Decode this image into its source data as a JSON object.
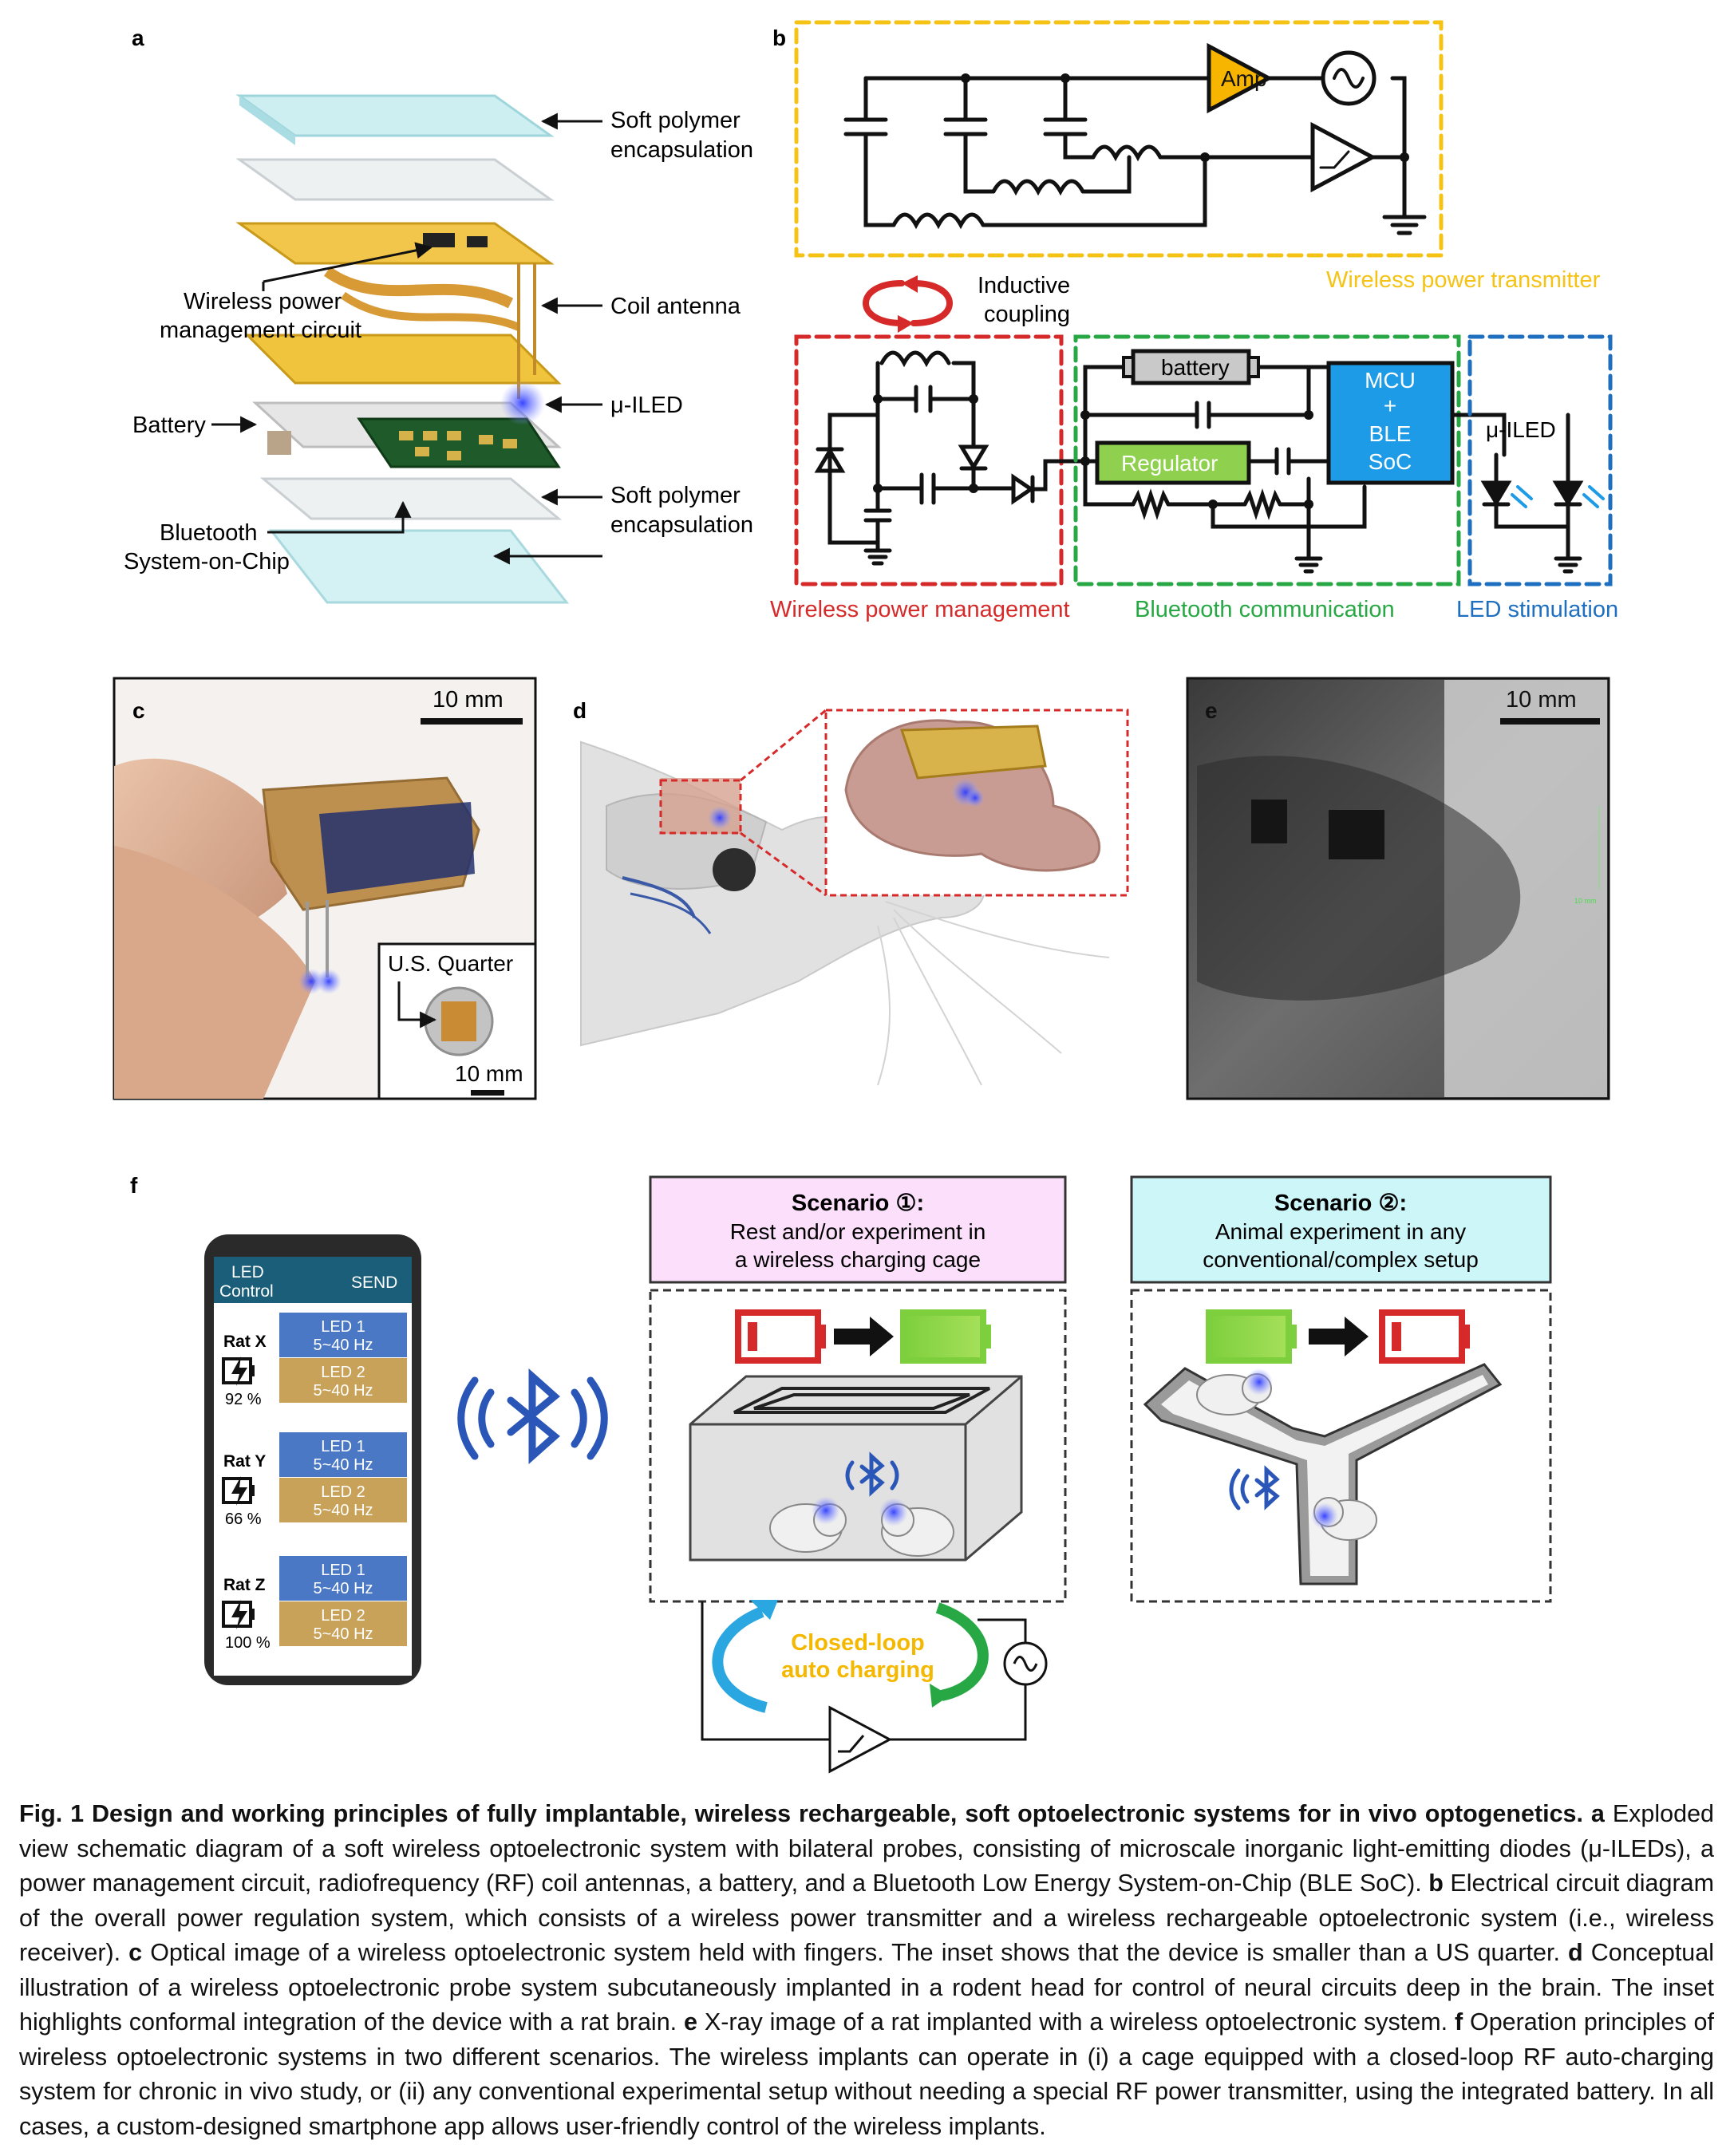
{
  "panel_letters": {
    "a": "a",
    "b": "b",
    "c": "c",
    "d": "d",
    "e": "e",
    "f": "f"
  },
  "panel_a": {
    "label_top_encapsulation": [
      "Soft polymer",
      "encapsulation"
    ],
    "label_power_circuit": [
      "Wireless power",
      "management circuit"
    ],
    "label_coil_antenna": "Coil antenna",
    "label_uiled": "μ-ILED",
    "label_battery": "Battery",
    "label_bottom_encapsulation": [
      "Soft polymer",
      "encapsulation"
    ],
    "label_bluetooth": [
      "Bluetooth",
      "System-on-Chip"
    ]
  },
  "panel_b": {
    "amp": "Amp",
    "inductive_coupling": [
      "Inductive",
      "coupling"
    ],
    "wireless_power_transmitter": "Wireless power transmitter",
    "battery": "battery",
    "regulator": "Regulator",
    "mcu": [
      "MCU",
      "+",
      "BLE",
      "SoC"
    ],
    "uiled": "μ-ILED",
    "wireless_power_management": "Wireless power management",
    "bluetooth_communication": "Bluetooth communication",
    "led_stimulation": "LED stimulation",
    "colors": {
      "yellow": "#f5c316",
      "red": "#d62a2a",
      "green": "#27a844",
      "blue": "#1e6fc0",
      "mcu_fill": "#1e9be6",
      "regulator_fill": "#8fd14f",
      "amp_fill": "#f7b500"
    }
  },
  "panel_c": {
    "scale": "10 mm",
    "inset_title": "U.S. Quarter",
    "inset_scale": "10 mm"
  },
  "panel_e": {
    "scale": "10 mm",
    "ruler_label": "10 mm"
  },
  "panel_f": {
    "phone": {
      "header_left": [
        "LED",
        "Control"
      ],
      "header_right": "SEND",
      "rats": [
        {
          "name": "Rat X",
          "percent": "92 %",
          "led1": [
            "LED 1",
            "5~40 Hz"
          ],
          "led2": [
            "LED 2",
            "5~40 Hz"
          ]
        },
        {
          "name": "Rat Y",
          "percent": "66 %",
          "led1": [
            "LED 1",
            "5~40 Hz"
          ],
          "led2": [
            "LED 2",
            "5~40 Hz"
          ]
        },
        {
          "name": "Rat Z",
          "percent": "100 %",
          "led1": [
            "LED 1",
            "5~40 Hz"
          ],
          "led2": [
            "LED 2",
            "5~40 Hz"
          ]
        }
      ]
    },
    "scenario1": {
      "title": "Scenario ①:",
      "lines": [
        "Rest and/or experiment in",
        "a wireless charging cage"
      ],
      "fill": "#fce0fb"
    },
    "scenario2": {
      "title": "Scenario ②:",
      "lines": [
        "Animal experiment in any",
        "conventional/complex setup"
      ],
      "fill": "#cdf6f8"
    },
    "closed_loop": [
      "Closed-loop",
      "auto charging"
    ]
  },
  "caption": {
    "title": "Fig. 1 Design and working principles of fully implantable, wireless rechargeable, soft optoelectronic systems for in vivo optogenetics.",
    "a_letter": "a",
    "a_text": "Exploded view schematic diagram of a soft wireless optoelectronic system with bilateral probes, consisting of microscale inorganic light-emitting diodes (μ-ILEDs), a power management circuit, radiofrequency (RF) coil antennas, a battery, and a Bluetooth Low Energy System-on-Chip (BLE SoC).",
    "b_letter": "b",
    "b_text": "Electrical circuit diagram of the overall power regulation system, which consists of a wireless power transmitter and a wireless rechargeable optoelectronic system (i.e., wireless receiver).",
    "c_letter": "c",
    "c_text": "Optical image of a wireless optoelectronic system held with fingers. The inset shows that the device is smaller than a US quarter.",
    "d_letter": "d",
    "d_text": "Conceptual illustration of a wireless optoelectronic probe system subcutaneously implanted in a rodent head for control of neural circuits deep in the brain. The inset highlights conformal integration of the device with a rat brain.",
    "e_letter": "e",
    "e_text": "X-ray image of a rat implanted with a wireless optoelectronic system.",
    "f_letter": "f",
    "f_text": "Operation principles of wireless optoelectronic systems in two different scenarios. The wireless implants can operate in (i) a cage equipped with a closed-loop RF auto-charging system for chronic in vivo study, or (ii) any conventional experimental setup without needing a special RF power transmitter, using the integrated battery. In all cases, a custom-designed smartphone app allows user-friendly control of the wireless implants."
  }
}
